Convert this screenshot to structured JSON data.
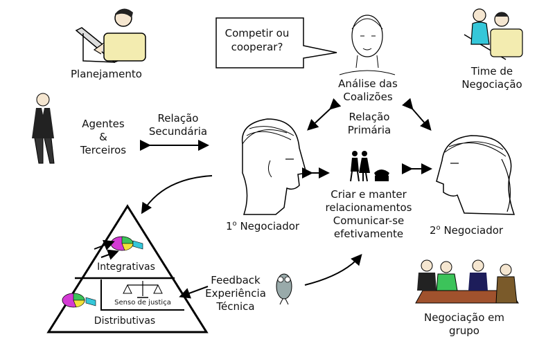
{
  "labels": {
    "planejamento": "Planejamento",
    "bubble_line1": "Competir ou",
    "bubble_line2": "cooperar?",
    "analise_line1": "Análise das",
    "analise_line2": "Coalizões",
    "time_line1": "Time de",
    "time_line2": "Negociação",
    "agentes_line1": "Agentes",
    "agentes_line2": "&",
    "agentes_line3": "Terceiros",
    "rel_sec_line1": "Relação",
    "rel_sec_line2": "Secundária",
    "rel_pri_line1": "Relação",
    "rel_pri_line2": "Primária",
    "criar_line1": "Criar e manter",
    "criar_line2": "relacionamentos",
    "criar_line3": "Comunicar-se",
    "criar_line4": "efetivamente",
    "neg1_num": "1",
    "neg1_sup": "o",
    "neg1_text": " Negociador",
    "neg2_num": "2",
    "neg2_sup": "o",
    "neg2_text": " Negociador",
    "feedback_line1": "Feedback",
    "feedback_line2": "Experiência",
    "feedback_line3": "Técnica",
    "grupo_line1": "Negociação em",
    "grupo_line2": "grupo",
    "integrativas": "Integrativas",
    "senso": "Senso de justiça",
    "distributivas": "Distributivas"
  },
  "colors": {
    "line": "#000000",
    "skin": "#f5e6d0",
    "shirt_yellow": "#f3ecb0",
    "pie_magenta": "#d43ad4",
    "pie_green": "#3cc35a",
    "pie_cyan": "#35c7d9",
    "pie_yellow": "#f2e23a",
    "table_brown": "#a0522d"
  },
  "icons": [
    "person-at-desk-icon",
    "head-profile-icon",
    "team-icon",
    "businessman-icon",
    "couple-icon",
    "telephone-icon",
    "owl-icon",
    "group-meeting-icon",
    "pie-chart-icon",
    "scales-icon"
  ]
}
